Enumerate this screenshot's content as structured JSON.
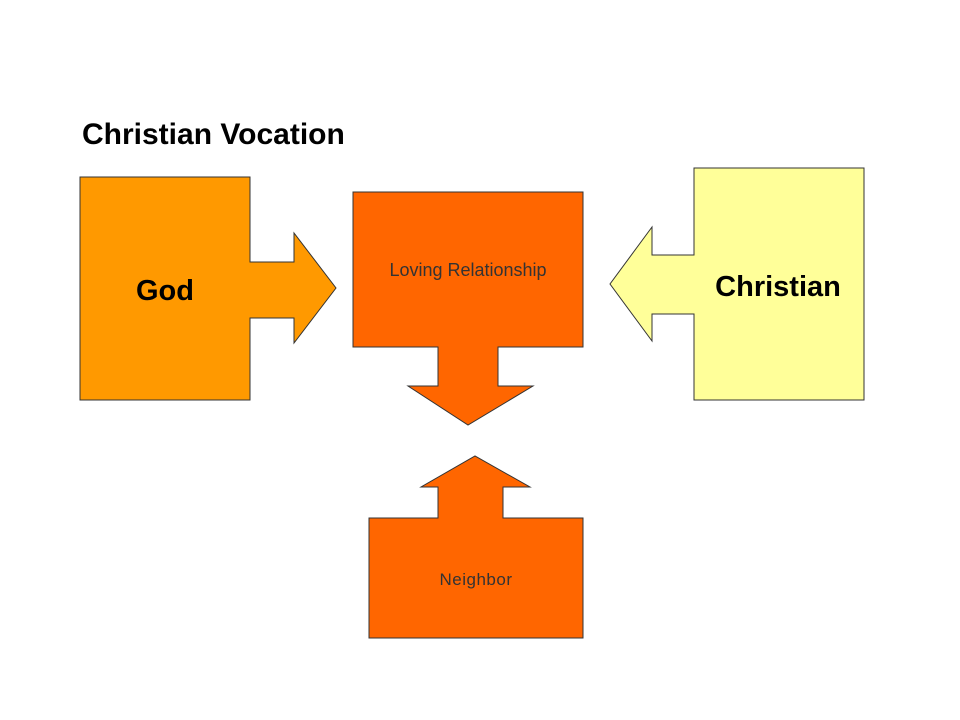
{
  "title": "Christian Vocation",
  "nodes": {
    "god": {
      "label": "God",
      "color": "#FF9900"
    },
    "christian": {
      "label": "Christian",
      "color": "#FFFF99"
    },
    "relationship": {
      "label": "Loving Relationship",
      "color": "#FF6600"
    },
    "neighbor": {
      "label": "Neighbor",
      "color": "#FF6600"
    }
  },
  "stroke_color": "#333333"
}
